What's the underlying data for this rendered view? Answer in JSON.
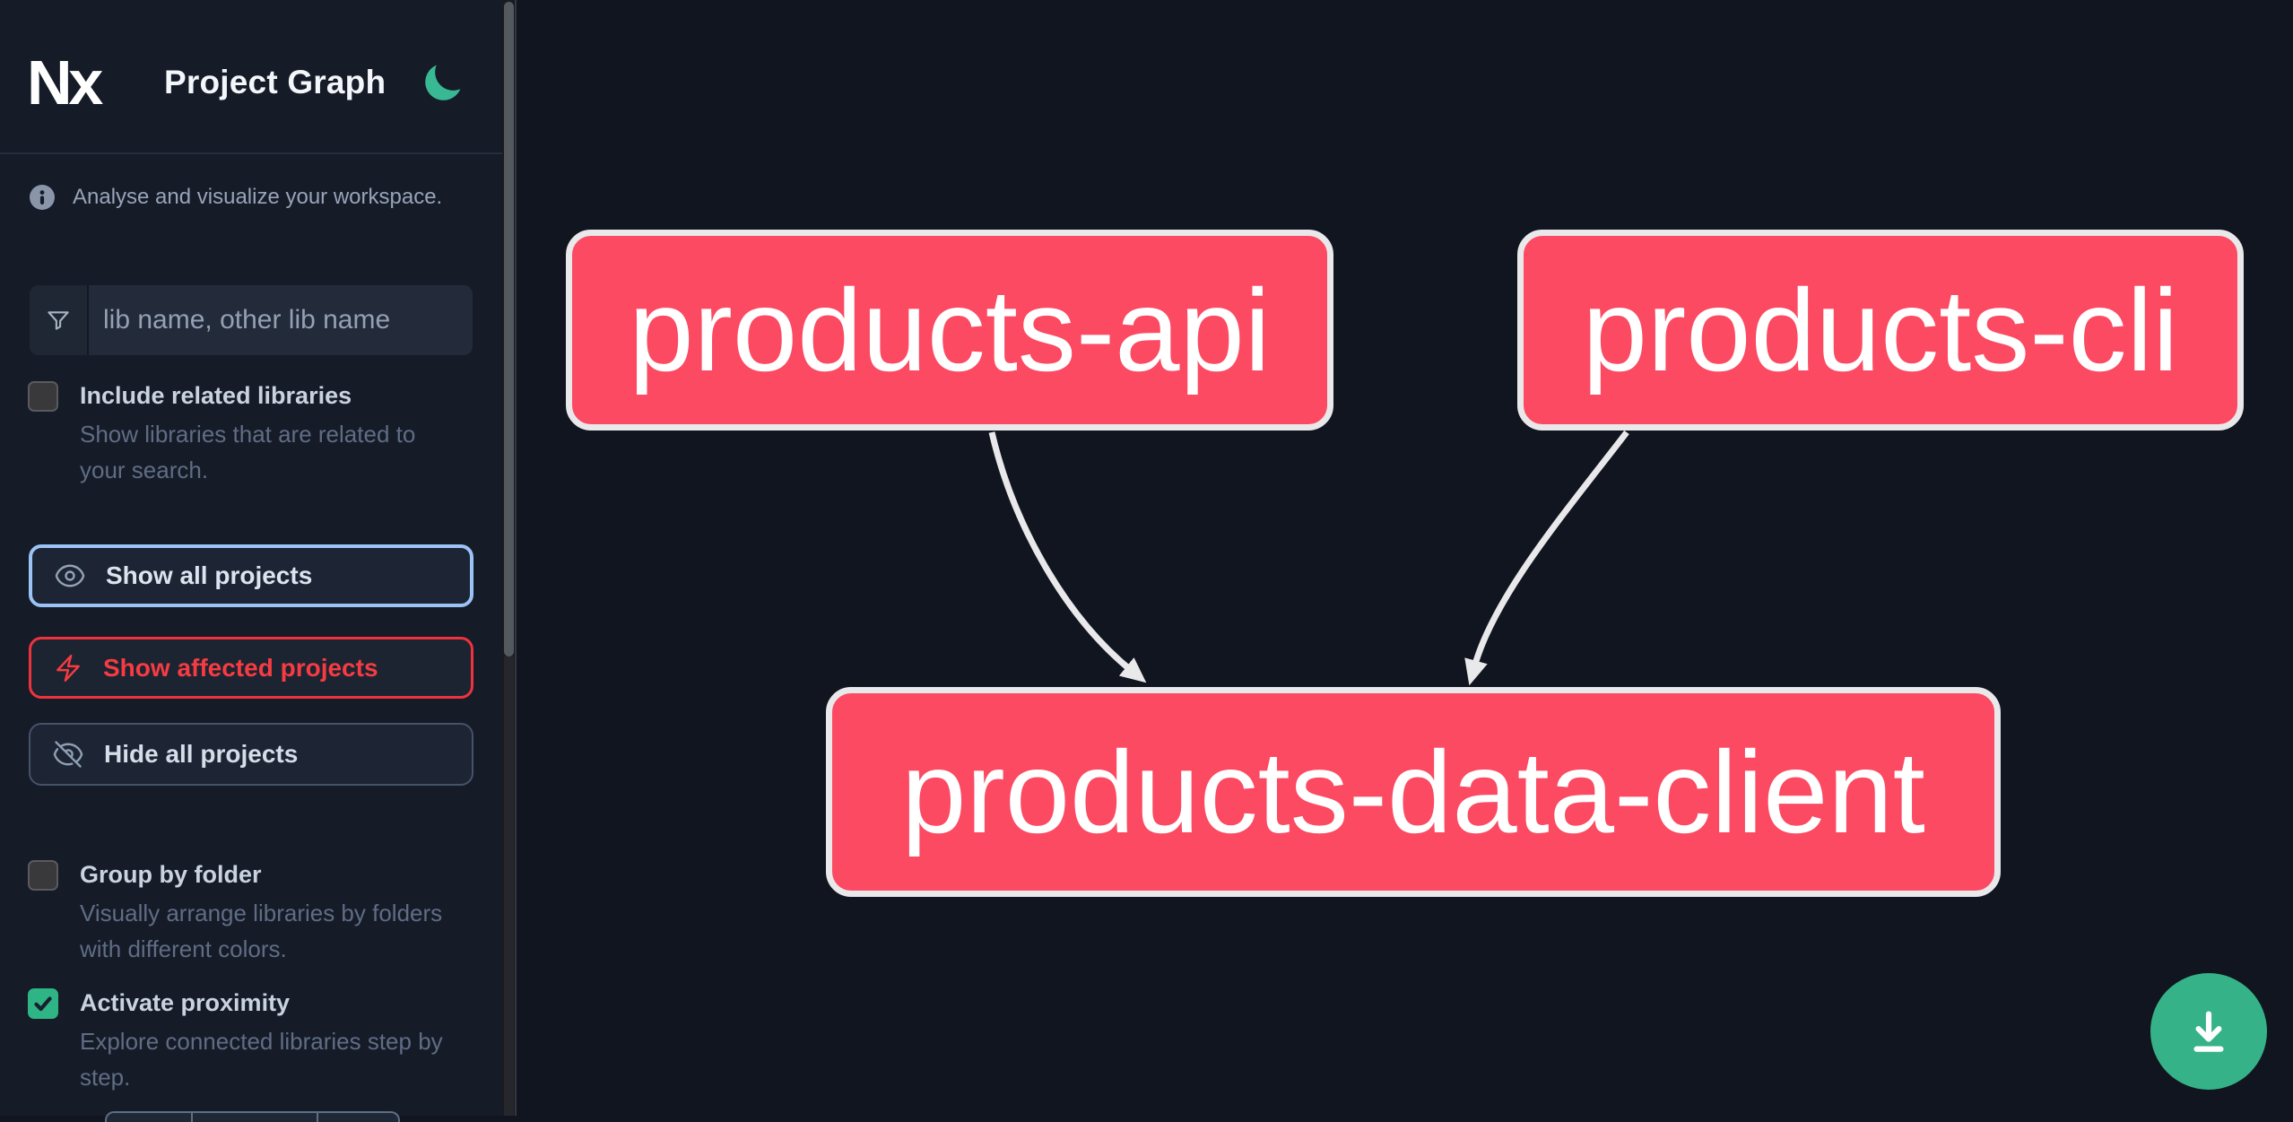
{
  "header": {
    "logo_text": "Nx",
    "title": "Project Graph",
    "theme_icon": "moon-icon"
  },
  "sidebar": {
    "tagline": "Analyse and visualize your workspace.",
    "search": {
      "placeholder": "lib name, other lib name",
      "value": "",
      "icon": "funnel-icon"
    },
    "checkboxes": [
      {
        "label": "Include related libraries",
        "description": "Show libraries that are related to your search.",
        "checked": false
      },
      {
        "label": "Group by folder",
        "description": "Visually arrange libraries by folders with different colors.",
        "checked": false
      },
      {
        "label": "Activate proximity",
        "description": "Explore connected libraries step by step.",
        "checked": true
      }
    ],
    "buttons": [
      {
        "label": "Show all projects",
        "icon": "eye-icon",
        "state": "focused"
      },
      {
        "label": "Show affected projects",
        "icon": "bolt-icon",
        "state": "affected"
      },
      {
        "label": "Hide all projects",
        "icon": "eye-slash-icon",
        "state": "default"
      }
    ]
  },
  "graph": {
    "nodes": [
      {
        "label": "products-api"
      },
      {
        "label": "products-cli"
      },
      {
        "label": "products-data-client"
      }
    ],
    "edges": [
      {
        "from": "products-api",
        "to": "products-data-client"
      },
      {
        "from": "products-cli",
        "to": "products-data-client"
      }
    ]
  },
  "fab": {
    "icon": "download-icon"
  },
  "colors": {
    "node_fill": "#fb4a62",
    "node_border": "#e9e9ec",
    "edge": "#e9e9ec",
    "accent_green": "#35b287",
    "moon_green": "#38b893",
    "focused_blue_border": "#9cc3f5",
    "affected_red": "#f63b42",
    "sidebar_bg": "#161b28",
    "graph_bg": "#11151f"
  }
}
